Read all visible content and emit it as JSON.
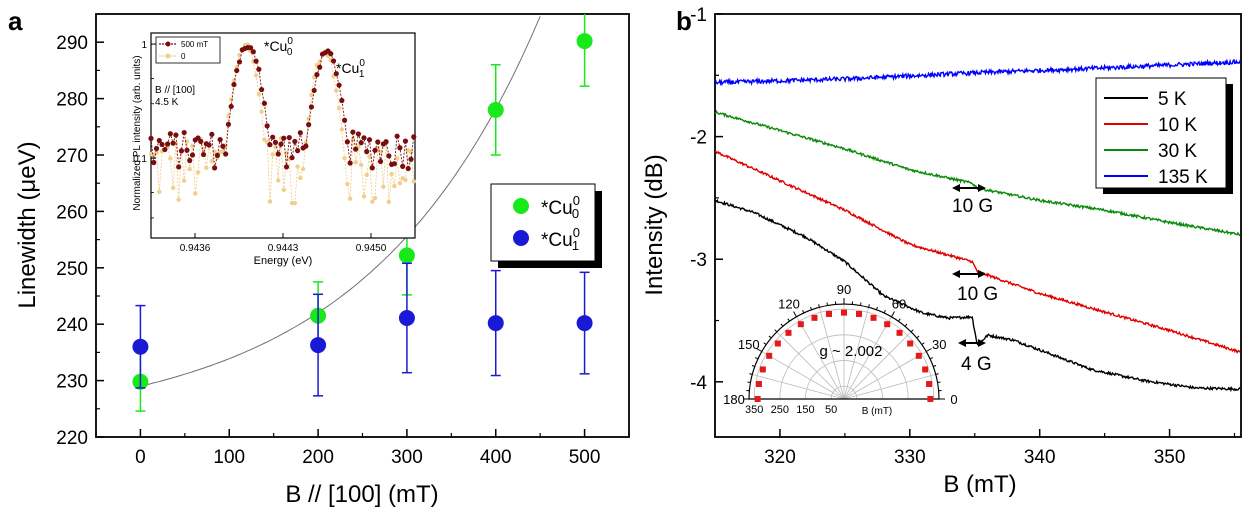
{
  "colors": {
    "green": "#19e819",
    "blue": "#1a1ad6",
    "fit": "#707070",
    "inset_dark": "#7a0d0d",
    "inset_light": "#f0cf8c",
    "black": "#000000",
    "red": "#e00000",
    "darkgreen": "#0a8a0a",
    "bright_blue": "#0000ff",
    "polar_red": "#e41a1a"
  },
  "panel_a": {
    "label": "a",
    "inset_label_b": "B // [100]",
    "inset_label_t": "4.5 K",
    "peak0_label": "*Cu",
    "peak1_label": "*Cu",
    "peak0_sub": "0",
    "peak0_sup": "0",
    "peak1_sub": "1",
    "peak1_sup": "0"
  },
  "panel_b": {
    "label": "b",
    "polar_g": "g ~ 2.002",
    "polar_axis_label": "B (mT)",
    "ann_10G_upper": "10 G",
    "ann_10G_lower": "10 G",
    "ann_4G": "4 G"
  },
  "chart_data": [
    {
      "type": "scatter",
      "xlabel": "B // [100] (mT)",
      "ylabel": "Linewidth (μeV)",
      "xlim": [
        -50,
        550
      ],
      "ylim": [
        220,
        295
      ],
      "xticks": [
        0,
        100,
        200,
        300,
        400,
        500
      ],
      "yticks": [
        220,
        230,
        240,
        250,
        260,
        270,
        280,
        290
      ],
      "legend_position": "center-right",
      "series": [
        {
          "name": "*Cu00",
          "legend_base": "*Cu",
          "legend_sub": "0",
          "legend_sup": "0",
          "color": "#19e819",
          "x": [
            0,
            200,
            300,
            400,
            500
          ],
          "y": [
            229.8,
            241.5,
            252.2,
            278.0,
            290.2
          ],
          "err": [
            5.2,
            6.0,
            7.0,
            8.0,
            8.0
          ]
        },
        {
          "name": "*Cu10",
          "legend_base": "*Cu",
          "legend_sub": "1",
          "legend_sup": "0",
          "color": "#1a1ad6",
          "x": [
            0,
            200,
            300,
            400,
            500
          ],
          "y": [
            236.0,
            236.3,
            241.1,
            240.2,
            240.2
          ],
          "err": [
            7.3,
            9.0,
            9.7,
            9.3,
            9.0
          ]
        }
      ],
      "fit_curve": {
        "a": 229,
        "b": 7.35,
        "c": 0.0051
      }
    },
    {
      "type": "line",
      "xlabel": "Energy (eV)",
      "ylabel": "Normalized PL intensity (arb. units)",
      "xlim": [
        0.94325,
        0.94535
      ],
      "ylim": [
        0.02,
        1.25
      ],
      "yscale": "log",
      "xticks": [
        0.9436,
        0.9443,
        0.945
      ],
      "xtick_labels": [
        "0.9436",
        "0.9443",
        "0.9450"
      ],
      "yticks": [
        0.1,
        1
      ],
      "ytick_labels": [
        "0.1",
        "1"
      ],
      "legend_position": "top-left",
      "series": [
        {
          "name": "500 mT",
          "color": "#7a0d0d",
          "peaks": [
            0.94402,
            0.94465
          ],
          "width": 0.00012
        },
        {
          "name": "0",
          "color": "#f0cf8c",
          "peaks": [
            0.944,
            0.94463
          ],
          "width": 0.00011
        }
      ]
    },
    {
      "type": "line",
      "xlabel": "B (mT)",
      "ylabel": "Intensity (dB)",
      "xlim": [
        315,
        355.5
      ],
      "ylim": [
        -4.45,
        -1.0
      ],
      "xticks": [
        320,
        330,
        340,
        350
      ],
      "yticks": [
        -1,
        -2,
        -3,
        -4
      ],
      "legend_position": "top-right",
      "series": [
        {
          "name": "5 K",
          "color": "#000000",
          "x": [
            315,
            318,
            322,
            325,
            328,
            331,
            333,
            334.8,
            335.2,
            336,
            338,
            341,
            344,
            348,
            352,
            355.5
          ],
          "y": [
            -2.52,
            -2.62,
            -2.82,
            -3.02,
            -3.3,
            -3.44,
            -3.48,
            -3.47,
            -3.7,
            -3.62,
            -3.66,
            -3.78,
            -3.9,
            -3.99,
            -4.05,
            -4.06
          ]
        },
        {
          "name": "10 K",
          "color": "#e00000",
          "x": [
            315,
            320,
            325,
            330,
            334.8,
            335.2,
            340,
            345,
            350,
            355.5
          ],
          "y": [
            -2.12,
            -2.36,
            -2.6,
            -2.88,
            -3.02,
            -3.1,
            -3.28,
            -3.43,
            -3.58,
            -3.76
          ]
        },
        {
          "name": "30 K",
          "color": "#0a8a0a",
          "x": [
            315,
            320,
            325,
            330,
            334.8,
            335.2,
            340,
            345,
            350,
            355.5
          ],
          "y": [
            -1.8,
            -1.95,
            -2.1,
            -2.27,
            -2.38,
            -2.42,
            -2.52,
            -2.6,
            -2.7,
            -2.8
          ]
        },
        {
          "name": "135 K",
          "color": "#0000ff",
          "x": [
            315,
            325,
            335,
            345,
            355.5
          ],
          "y": [
            -1.56,
            -1.53,
            -1.48,
            -1.44,
            -1.39
          ]
        }
      ]
    },
    {
      "type": "scatter",
      "polar": true,
      "xlabel": "",
      "ylabel": "",
      "angle_ticks": [
        0,
        30,
        60,
        90,
        120,
        150,
        180
      ],
      "radial_ticks": [
        50,
        150,
        250,
        350
      ],
      "radial_max": 370,
      "series": [
        {
          "name": "",
          "color": "#e41a1a",
          "angles": [
            0,
            10,
            20,
            30,
            40,
            50,
            60,
            70,
            80,
            90,
            100,
            110,
            120,
            130,
            140,
            150,
            160,
            170,
            180
          ],
          "r": [
            336.4,
            336.4,
            336.4,
            336.4,
            336.4,
            336.4,
            336.4,
            336.4,
            336.4,
            336.4,
            336.4,
            336.4,
            336.4,
            336.4,
            336.4,
            336.4,
            336.4,
            336.4,
            336.4
          ]
        }
      ]
    }
  ]
}
